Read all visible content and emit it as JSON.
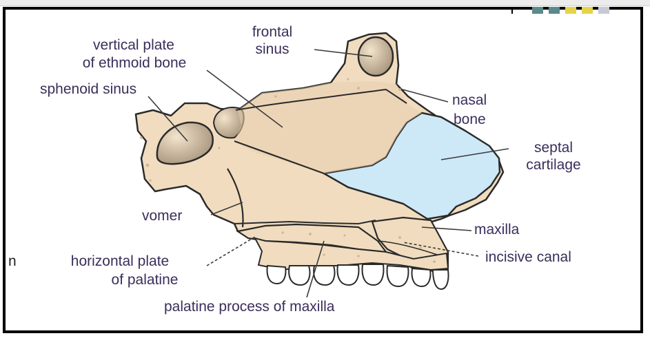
{
  "labels": {
    "frontal_sinus_1": "frontal",
    "frontal_sinus_2": "sinus",
    "vertical_plate_1": "vertical plate",
    "vertical_plate_2": "of ethmoid bone",
    "sphenoid_sinus": "sphenoid sinus",
    "nasal_bone_1": "nasal",
    "nasal_bone_2": "bone",
    "septal_cartilage_1": "septal",
    "septal_cartilage_2": "cartilage",
    "vomer": "vomer",
    "maxilla": "maxilla",
    "incisive_canal": "incisive canal",
    "cut_prefix": "n",
    "horizontal_plate_1": "horizontal plate",
    "horizontal_plate_2": "of palatine",
    "palatine_process": "palatine process of maxilla"
  },
  "colors": {
    "bone": "#f1dcbf",
    "outline": "#2a2a2a",
    "cartilage": "#cde8f7",
    "sinus_shade": "#b5a48c",
    "label_text": "#3a2e5a",
    "accent_teal": "#5b8a8c",
    "accent_yellow": "#e7d34a",
    "accent_gray": "#c9c9d6"
  }
}
